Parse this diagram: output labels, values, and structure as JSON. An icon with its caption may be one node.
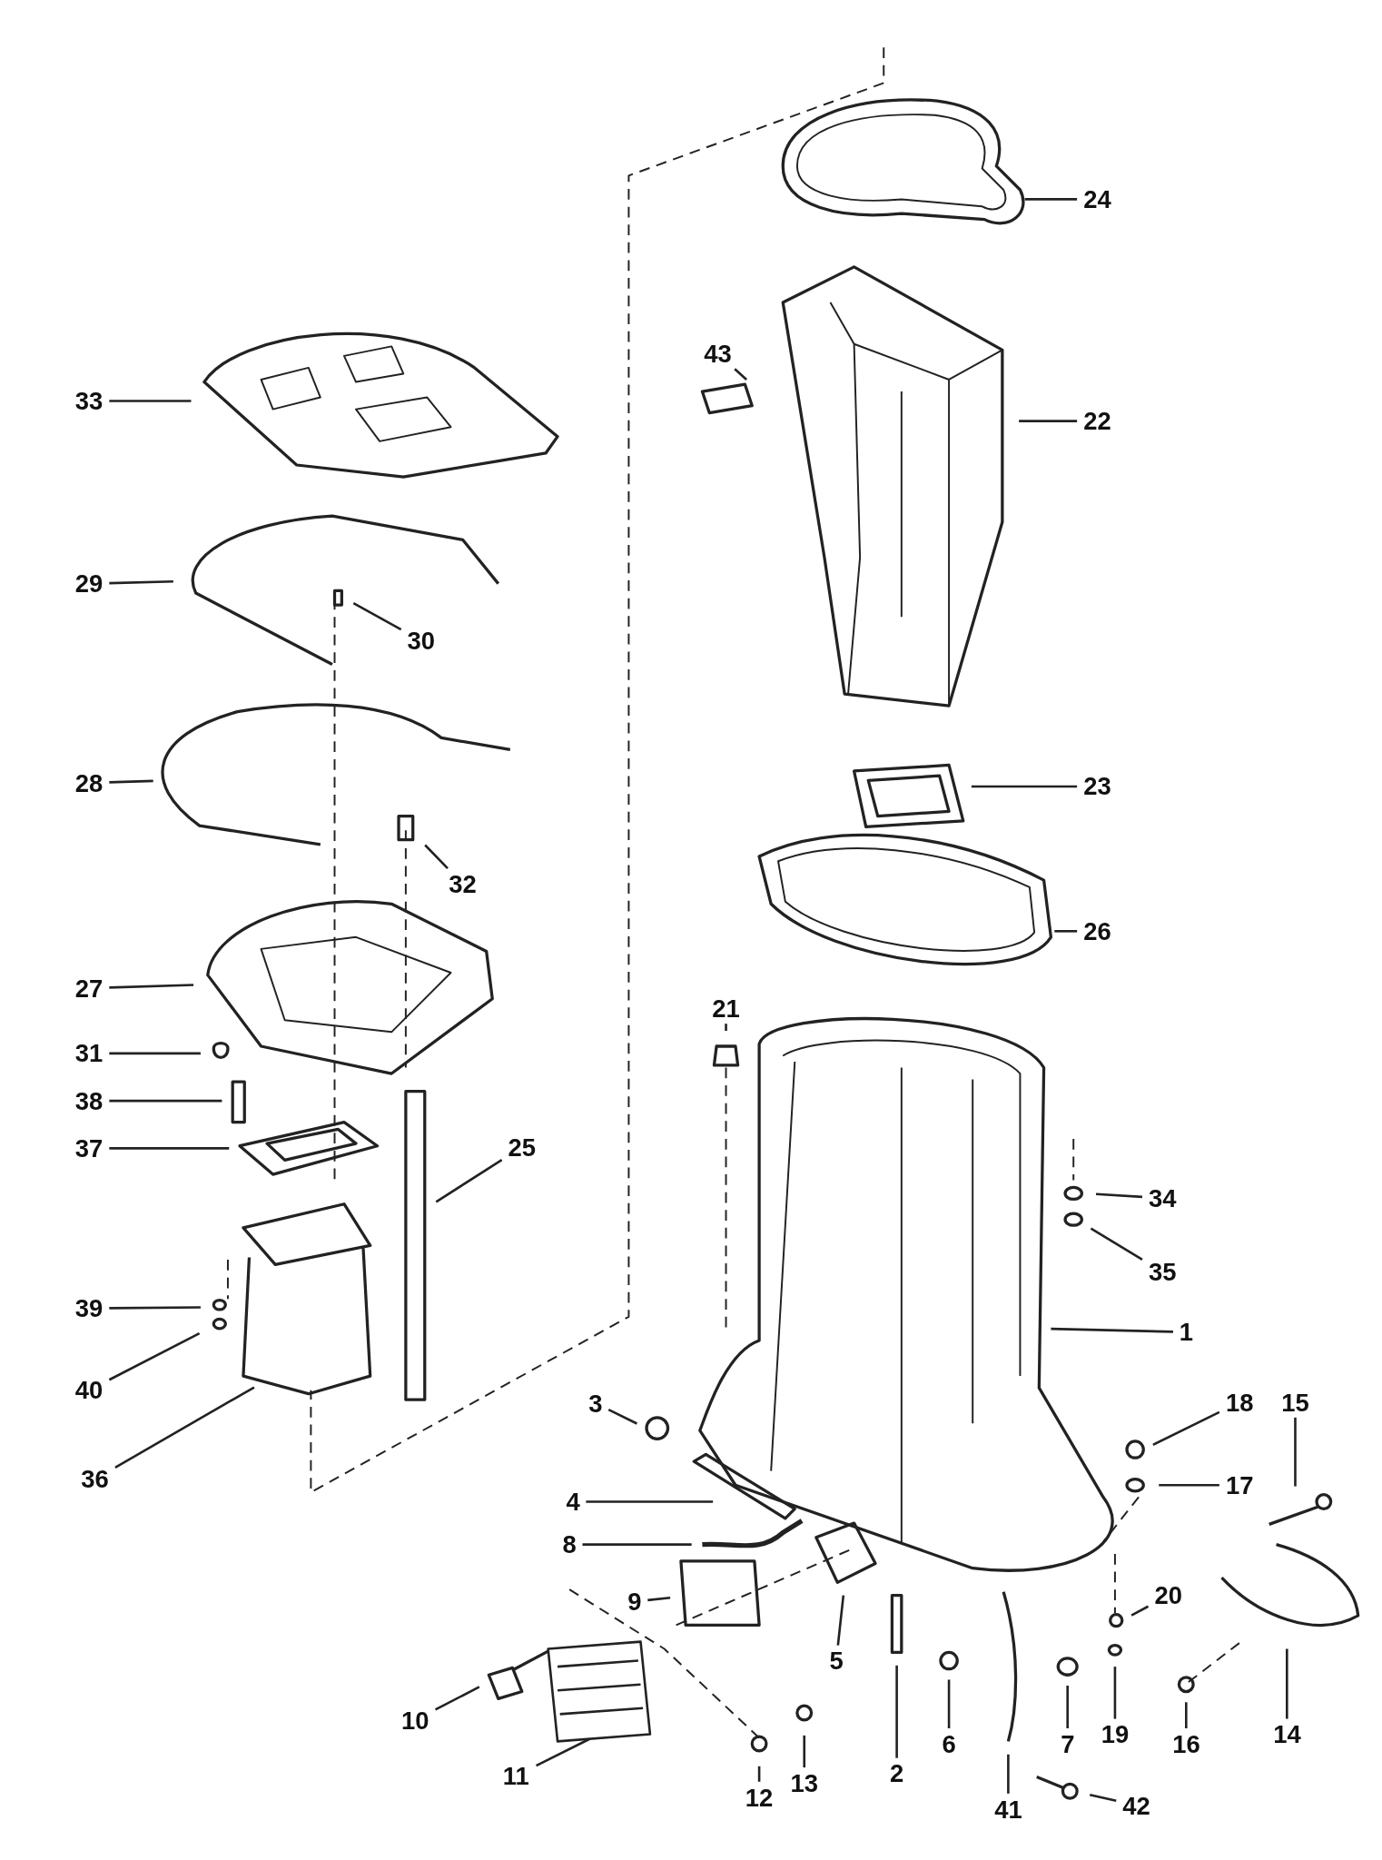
{
  "diagram": {
    "nodes": [
      {
        "text": [
          "24"
        ]
      },
      {
        "text": [
          "43"
        ]
      },
      {
        "text": [
          "33"
        ]
      },
      {
        "text": [
          "22"
        ]
      },
      {
        "text": [
          "29"
        ]
      },
      {
        "text": [
          "30"
        ]
      },
      {
        "text": [
          "28"
        ]
      },
      {
        "text": [
          "23"
        ]
      },
      {
        "text": [
          "32"
        ]
      },
      {
        "text": [
          "26"
        ]
      },
      {
        "text": [
          "27"
        ]
      },
      {
        "text": [
          "21"
        ]
      },
      {
        "text": [
          "31"
        ]
      },
      {
        "text": [
          "38"
        ]
      },
      {
        "text": [
          "37"
        ]
      },
      {
        "text": [
          "25"
        ]
      },
      {
        "text": [
          "34"
        ]
      },
      {
        "text": [
          "35"
        ]
      },
      {
        "text": [
          "39"
        ]
      },
      {
        "text": [
          "1"
        ]
      },
      {
        "text": [
          "40"
        ]
      },
      {
        "text": [
          "3"
        ]
      },
      {
        "text": [
          "18"
        ]
      },
      {
        "text": [
          "15"
        ]
      },
      {
        "text": [
          "36"
        ]
      },
      {
        "text": [
          "4"
        ]
      },
      {
        "text": [
          "17"
        ]
      },
      {
        "text": [
          "8"
        ]
      },
      {
        "text": [
          "9"
        ]
      },
      {
        "text": [
          "5"
        ]
      },
      {
        "text": [
          "20"
        ]
      },
      {
        "text": [
          "10"
        ]
      },
      {
        "text": [
          "19"
        ]
      },
      {
        "text": [
          "7"
        ]
      },
      {
        "text": [
          "14"
        ]
      },
      {
        "text": [
          "6"
        ]
      },
      {
        "text": [
          "16"
        ]
      },
      {
        "text": [
          "2"
        ]
      },
      {
        "text": [
          "11"
        ]
      },
      {
        "text": [
          "13"
        ]
      },
      {
        "text": [
          "12"
        ]
      },
      {
        "text": [
          "41"
        ]
      },
      {
        "text": [
          "42"
        ]
      }
    ],
    "edges": [
      {
        "from": 0,
        "to": null,
        "arrow": "none"
      },
      {
        "from": 1,
        "to": null,
        "arrow": "none"
      },
      {
        "from": 2,
        "to": null,
        "arrow": "none"
      },
      {
        "from": 3,
        "to": null,
        "arrow": "none"
      },
      {
        "from": 4,
        "to": null,
        "arrow": "none"
      },
      {
        "from": 5,
        "to": null,
        "arrow": "none"
      },
      {
        "from": 6,
        "to": null,
        "arrow": "none"
      },
      {
        "from": 7,
        "to": null,
        "arrow": "none"
      },
      {
        "from": 8,
        "to": null,
        "arrow": "none"
      },
      {
        "from": 9,
        "to": null,
        "arrow": "none"
      },
      {
        "from": 10,
        "to": null,
        "arrow": "none"
      },
      {
        "from": 11,
        "to": null,
        "arrow": "none"
      },
      {
        "from": 12,
        "to": null,
        "arrow": "none"
      },
      {
        "from": 13,
        "to": null,
        "arrow": "none"
      },
      {
        "from": 14,
        "to": null,
        "arrow": "none"
      },
      {
        "from": 15,
        "to": null,
        "arrow": "none"
      },
      {
        "from": 16,
        "to": null,
        "arrow": "none"
      },
      {
        "from": 17,
        "to": null,
        "arrow": "none"
      },
      {
        "from": 18,
        "to": null,
        "arrow": "none"
      },
      {
        "from": 19,
        "to": null,
        "arrow": "none"
      },
      {
        "from": 20,
        "to": null,
        "arrow": "none"
      },
      {
        "from": 21,
        "to": null,
        "arrow": "none"
      },
      {
        "from": 22,
        "to": null,
        "arrow": "none"
      },
      {
        "from": 23,
        "to": null,
        "arrow": "none"
      },
      {
        "from": 24,
        "to": null,
        "arrow": "none"
      },
      {
        "from": 25,
        "to": null,
        "arrow": "none"
      },
      {
        "from": 26,
        "to": null,
        "arrow": "none"
      },
      {
        "from": 27,
        "to": null,
        "arrow": "none"
      },
      {
        "from": 28,
        "to": null,
        "arrow": "none"
      },
      {
        "from": 29,
        "to": null,
        "arrow": "none"
      },
      {
        "from": 30,
        "to": null,
        "arrow": "none"
      },
      {
        "from": 31,
        "to": null,
        "arrow": "none"
      },
      {
        "from": 32,
        "to": null,
        "arrow": "none"
      },
      {
        "from": 33,
        "to": null,
        "arrow": "none"
      },
      {
        "from": 34,
        "to": null,
        "arrow": "none"
      },
      {
        "from": 35,
        "to": null,
        "arrow": "none"
      },
      {
        "from": 36,
        "to": null,
        "arrow": "none"
      },
      {
        "from": 37,
        "to": null,
        "arrow": "none"
      },
      {
        "from": 38,
        "to": null,
        "arrow": "none"
      },
      {
        "from": 39,
        "to": null,
        "arrow": "none"
      },
      {
        "from": 40,
        "to": null,
        "arrow": "none"
      },
      {
        "from": 41,
        "to": null,
        "arrow": "none"
      },
      {
        "from": 42,
        "to": null,
        "arrow": "none"
      }
    ]
  }
}
